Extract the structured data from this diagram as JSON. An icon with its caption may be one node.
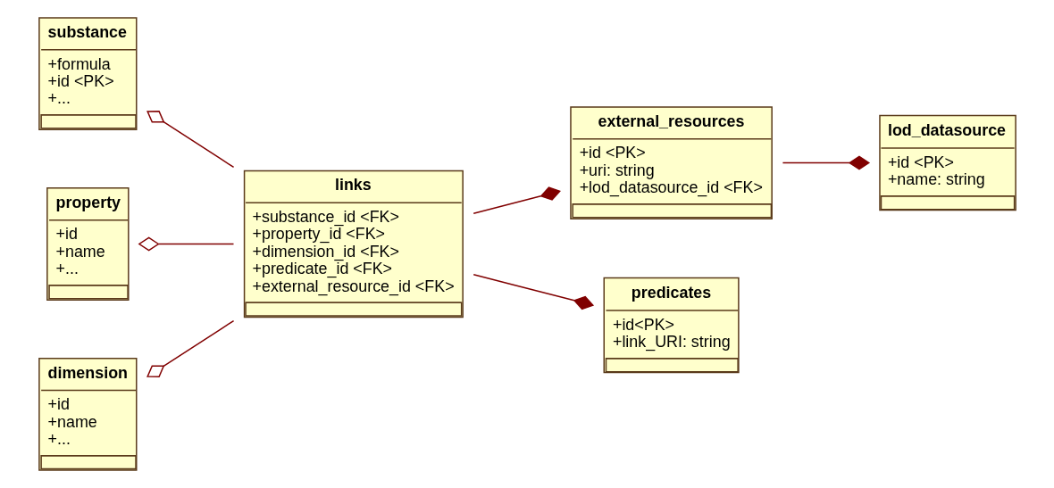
{
  "diagram": {
    "nodes": [
      {
        "text": [
          "substance",
          "+formula",
          "+id <PK>",
          "+..."
        ]
      },
      {
        "text": [
          "links",
          "+substance_id <FK>",
          "+property_id <FK>",
          "+dimension_id <FK>",
          "+predicate_id <FK>",
          "+external_resource_id <FK>"
        ]
      },
      {
        "text": [
          "external_resources",
          "+id <PK>",
          "+uri: string",
          "+lod_datasource_id <FK>"
        ]
      },
      {
        "text": [
          "lod_datasource",
          "+id <PK>",
          "+name: string"
        ]
      },
      {
        "text": [
          "property",
          "+id",
          "+name",
          "+..."
        ]
      },
      {
        "text": [
          "predicates",
          "+id<PK>",
          "+link_URI: string"
        ]
      },
      {
        "text": [
          "dimension",
          "+id",
          "+name",
          "+..."
        ]
      }
    ],
    "edges": [
      {
        "from": 0,
        "to": 1,
        "arrow": "other"
      },
      {
        "from": 4,
        "to": 1,
        "arrow": "other"
      },
      {
        "from": 6,
        "to": 1,
        "arrow": "other"
      },
      {
        "from": 1,
        "to": 2,
        "arrow": "other"
      },
      {
        "from": 2,
        "to": 3,
        "arrow": "other"
      },
      {
        "from": 1,
        "to": 5,
        "arrow": "other"
      }
    ]
  }
}
